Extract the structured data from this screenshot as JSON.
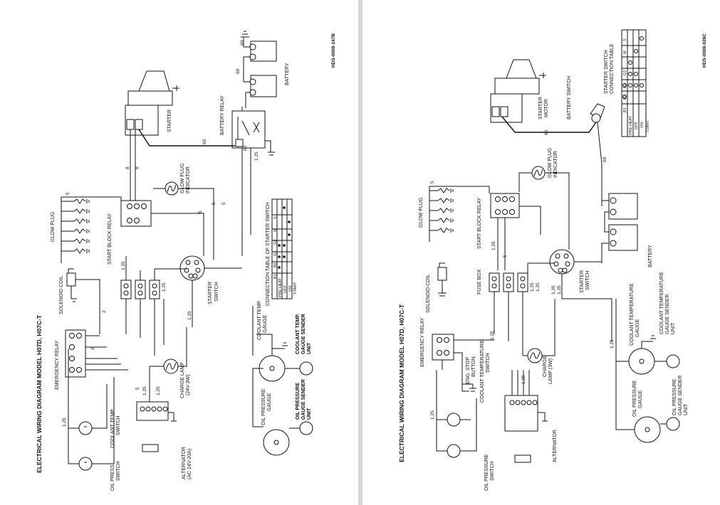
{
  "left": {
    "title": "ELECTRICAL WIRING DIAGRAM  MODEL H07D, H07C-T",
    "code": "HDS-0008-147B",
    "labels": {
      "battery": "BATTERY",
      "battery_relay": "BATTERY RELAY",
      "starter": "STARTER",
      "glow_plug_indicator_1": "GLOW PLUG",
      "glow_plug_indicator_2": "INDICATOR",
      "glow_plug": "GLOW PLUG",
      "start_block_relay": "START BLOCK RELAY",
      "solenoid_coil": "SOLENOID COIL",
      "emergency_relay": "EMERGENCY RELAY",
      "starter_switch_1": "STARTER",
      "starter_switch_2": "SWITCH",
      "charge_lamp_1": "CHARGE LAMP",
      "charge_lamp_2": "(24V-3W)",
      "alternator_1": "ALTERNATOR",
      "alternator_2": "(AC 24V-20A)",
      "oil_press_switch_1": "OIL PRESS.",
      "oil_press_switch_2": "SWITCH",
      "coolant_temp_switch_1": "COOLANT TEMP.",
      "coolant_temp_switch_2": "SWITCH",
      "coolant_temp_gauge_1": "COOLANT TEMP.",
      "coolant_temp_gauge_2": "GAUGE",
      "oil_pressure_gauge_1": "OIL PRESSURE",
      "oil_pressure_gauge_2": "GAUGE",
      "coolant_sender_1": "COOLANT TEMP.",
      "coolant_sender_2": "GAUGE SENDER",
      "coolant_sender_3": "UNIT",
      "oil_sender_1": "OIL PRESSURE",
      "oil_sender_2": "GAUGE SENDER",
      "oil_sender_3": "UNIT",
      "connection_table_title": "CONNECTION TABLE OF STARTER SWITCH"
    },
    "table": {
      "headers": [
        "B1",
        "B2",
        "G1",
        "G2",
        "M",
        "S"
      ],
      "rows": [
        "PRE HEAT",
        "OFF",
        "ON",
        "START"
      ]
    },
    "wire_sizes": [
      "60",
      "60",
      "60",
      "60",
      "8",
      "8",
      "5",
      "5",
      "5",
      "5",
      "1.25",
      "1.25",
      "1.25",
      "1.25",
      "1.25",
      "1.25",
      "2",
      "2",
      "5",
      "1.25"
    ]
  },
  "right": {
    "title": "ELECTRICAL WIRING DIAGRAM  MODEL H07D, H07C-T",
    "code": "HDS-0008-026C",
    "labels": {
      "battery_switch": "BATTERY  SWITCH",
      "starter_motor_1": "STARTER",
      "starter_motor_2": "MOTOR",
      "starter_switch_table_1": "STARTER  SWITCH",
      "starter_switch_table_2": "CONNECTION  TABLE",
      "glow_plug_indicator_1": "GLOW PLUG",
      "glow_plug_indicator_2": "INDICATOR",
      "glow_plug": "GLOW  PLUG",
      "start_block_relay": "START BLOCK  RELAY",
      "battery": "BATTERY",
      "solenoid_coil": "SOLENOID  COIL",
      "fuse_box": "FUSE  BOX",
      "starter_switch_1": "STARTER",
      "starter_switch_2": "SWITCH",
      "emergency_relay": "EMERGENCY  RELAY",
      "eng_stop_1": "ENG. STOP",
      "eng_stop_2": "BUTTON",
      "coolant_temp_sw_1": "COOLANT  TEMPERATURE",
      "coolant_temp_sw_2": "SWITCH",
      "charge_lamp_1": "CHARGE",
      "charge_lamp_2": "LAMP  (3W)",
      "coolant_gauge_1": "COOLANT  TEMPERATURE",
      "coolant_gauge_2": "GAUGE",
      "coolant_sender_1": "COOLANT  TEMPERATURE",
      "coolant_sender_2": "GAUGE  SENDER",
      "coolant_sender_3": "UNIT",
      "alternator": "ALTERNATOR",
      "oil_pressure_switch_1": "OIL  PRESSURE",
      "oil_pressure_switch_2": "SWITCH",
      "oil_pressure_gauge_1": "OIL  PRESSURE",
      "oil_pressure_gauge_2": "GAUGE",
      "oil_sender_1": "OIL  PRESSURE",
      "oil_sender_2": "GAUGE  SENDER",
      "oil_sender_3": "UNIT"
    },
    "table": {
      "headers": [
        "B1",
        "B2",
        "G1",
        "G2",
        "M",
        "S"
      ],
      "rows": [
        "PRE HEAT",
        "OFF",
        "ON",
        "START"
      ]
    },
    "wire_sizes": [
      "60",
      "60",
      "5",
      "5",
      "1.25",
      "1.25",
      "1.25",
      "1.25",
      "1.25",
      "1.25",
      "1.25",
      "1.25",
      "1.25"
    ]
  }
}
